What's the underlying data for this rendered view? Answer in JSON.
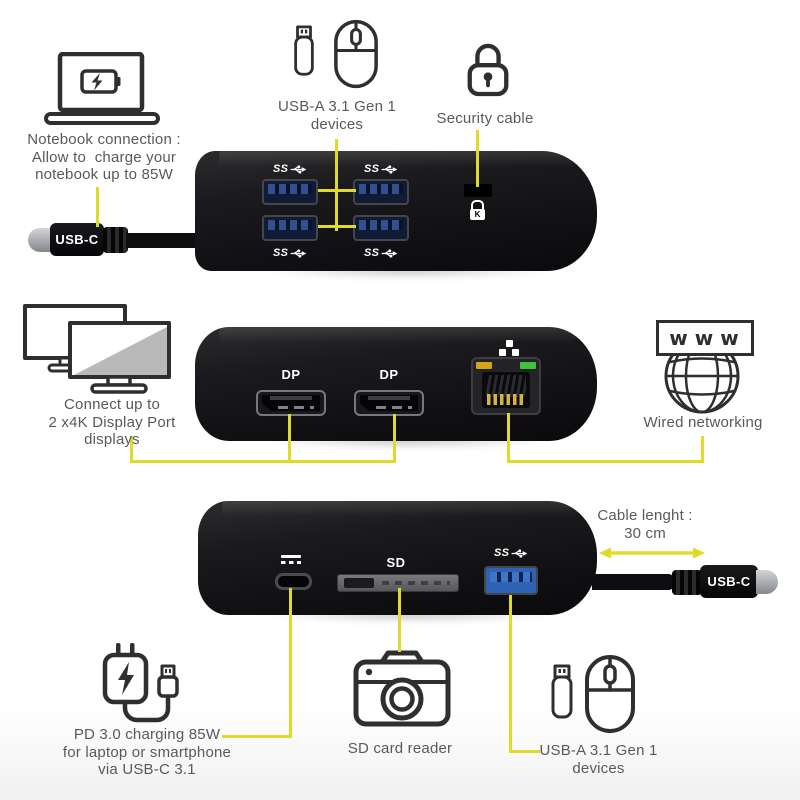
{
  "colors": {
    "accent_yellow": "#dfdb28",
    "background": "#ffffff",
    "note_text": "#58595b",
    "icon_stroke": "#2f2f2f",
    "usb_port_navy": "#101b35",
    "usb_port_blue": "#2e62b4",
    "led_orange": "#d9a21b",
    "led_green": "#3ec43a"
  },
  "device": {
    "usbc_label": "USB-C",
    "ss_label": "SS",
    "dp_label": "DP",
    "sd_label": "SD",
    "www_label": "www",
    "kensington_label": "K"
  },
  "notes": {
    "notebook": "Notebook connection :\nAllow to  charge your\nnotebook up to 85W",
    "usb_devices_top": "USB-A 3.1 Gen 1\ndevices",
    "security": "Security cable",
    "displays": "Connect up to\n2 x4K Display Port\ndisplays",
    "network": "Wired networking",
    "cable_length": "Cable lenght :\n30 cm",
    "pd_charging": "PD 3.0 charging 85W\nfor laptop or smartphone\nvia USB-C 3.1",
    "sd_reader": "SD card reader",
    "usb_devices_bottom": "USB-A 3.1 Gen 1\ndevices"
  }
}
